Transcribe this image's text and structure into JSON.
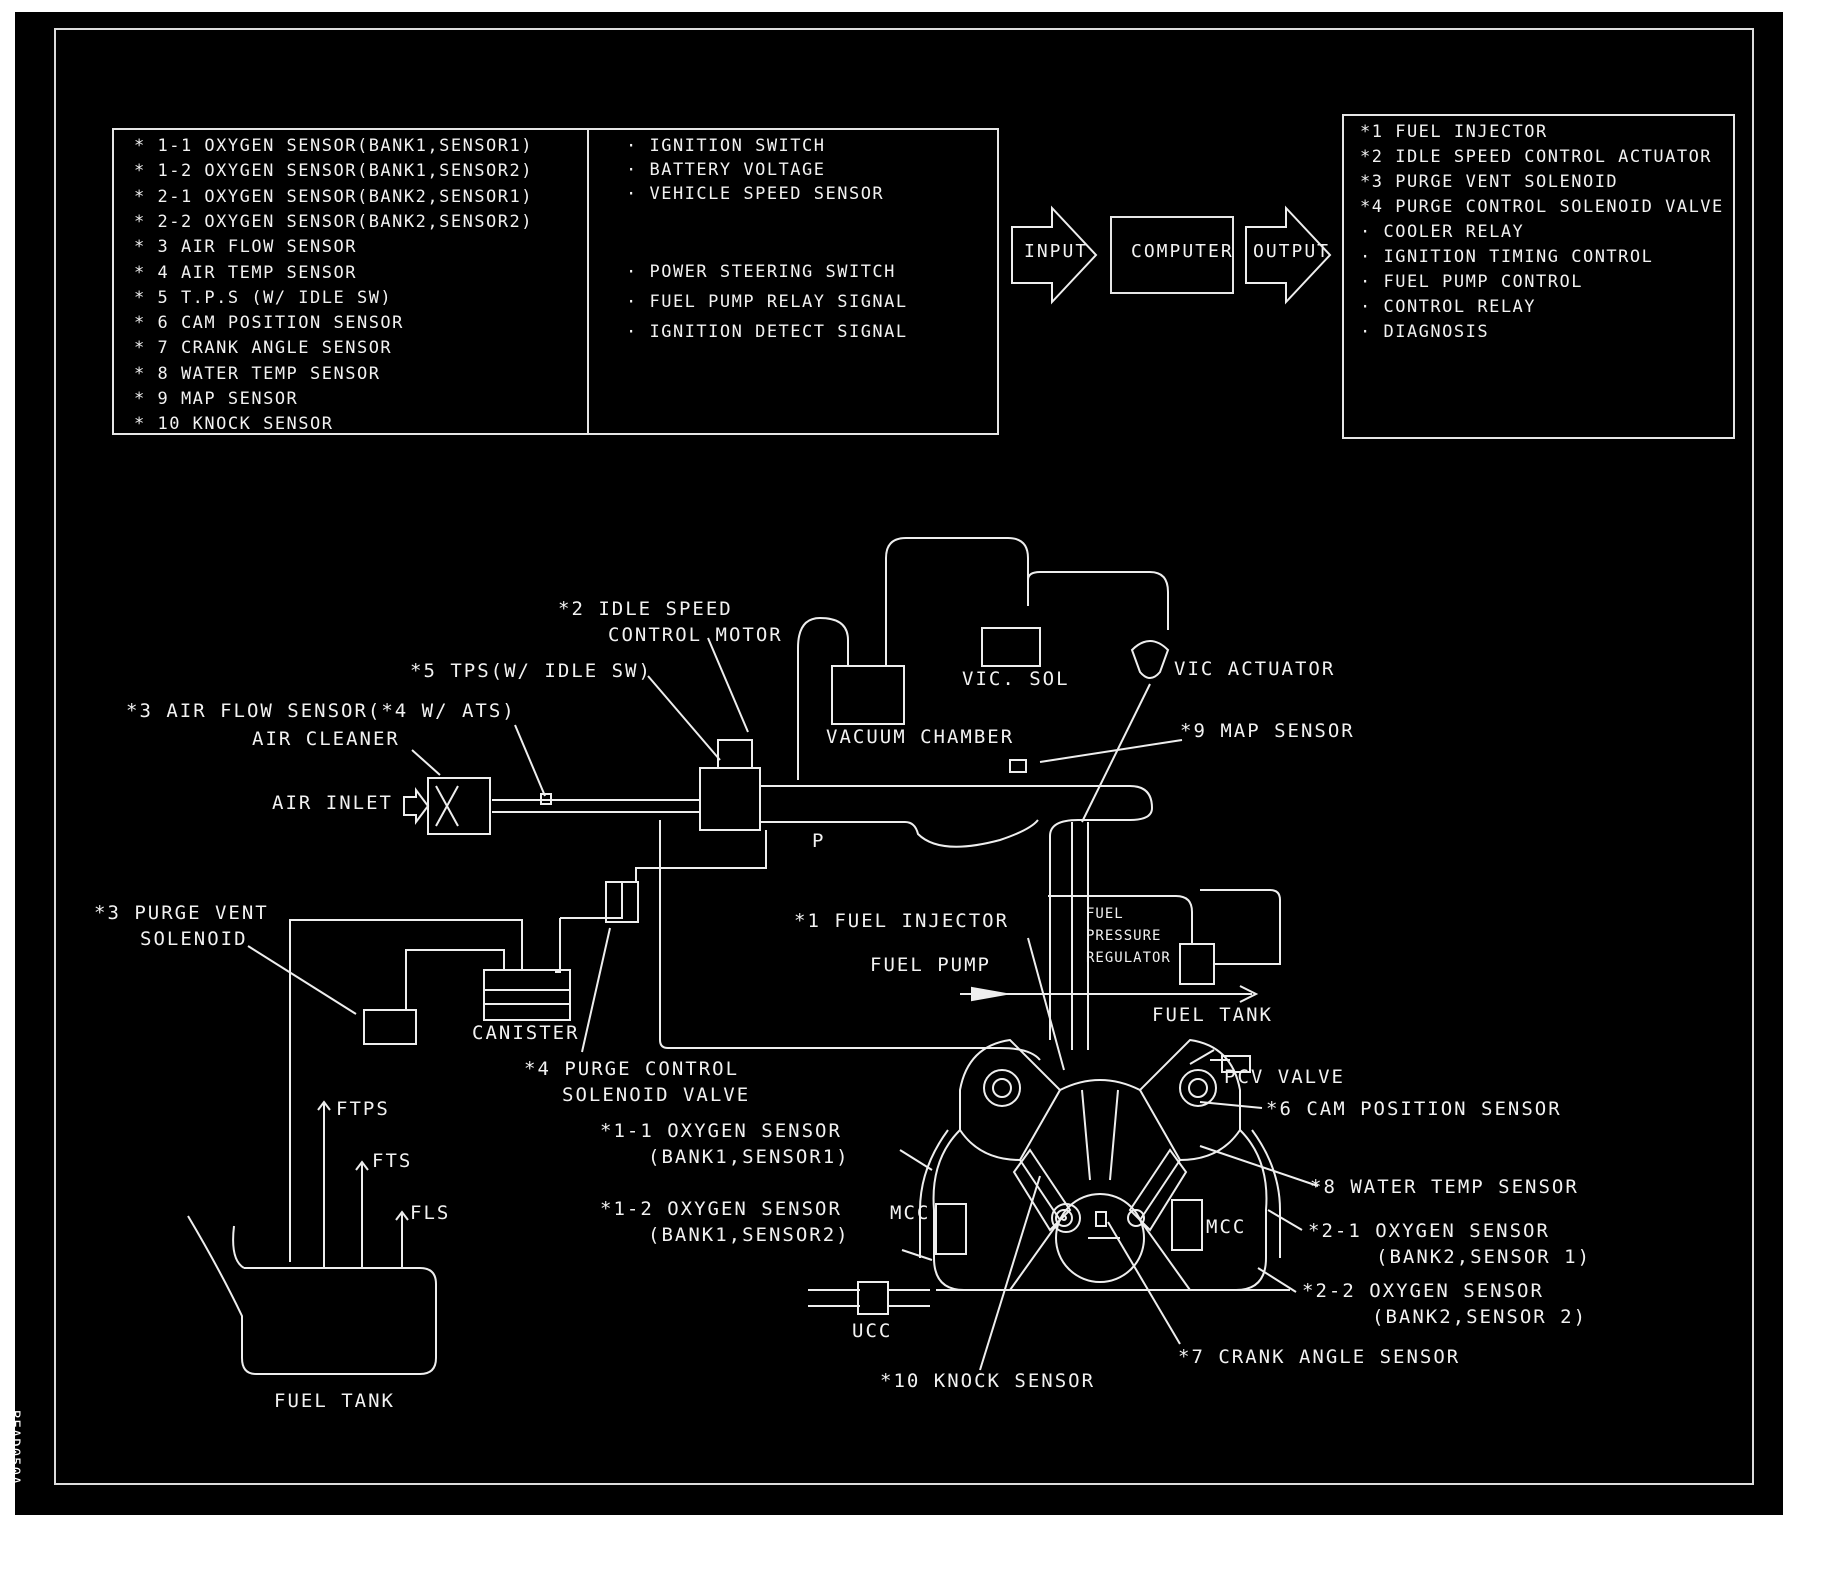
{
  "inputs_box": {
    "sensors": [
      "* 1-1 OXYGEN SENSOR(BANK1,SENSOR1)",
      "* 1-2 OXYGEN SENSOR(BANK1,SENSOR2)",
      "* 2-1 OXYGEN SENSOR(BANK2,SENSOR1)",
      "* 2-2 OXYGEN SENSOR(BANK2,SENSOR2)",
      "* 3  AIR FLOW SENSOR",
      "* 4  AIR TEMP SENSOR",
      "* 5  T.P.S (W/ IDLE SW)",
      "* 6  CAM POSITION SENSOR",
      "* 7  CRANK ANGLE SENSOR",
      "* 8  WATER TEMP SENSOR",
      "* 9  MAP SENSOR",
      "* 10 KNOCK SENSOR"
    ],
    "signals_a": [
      "·  IGNITION SWITCH",
      "·  BATTERY VOLTAGE",
      "·  VEHICLE SPEED SENSOR"
    ],
    "signals_b": [
      "·  POWER STEERING SWITCH",
      "·  FUEL PUMP RELAY SIGNAL",
      "·  IGNITION DETECT SIGNAL"
    ]
  },
  "flow": {
    "input": "INPUT",
    "computer": "COMPUTER",
    "output": "OUTPUT"
  },
  "outputs_box": {
    "items": [
      "*1   FUEL INJECTOR",
      "*2   IDLE SPEED CONTROL ACTUATOR",
      "*3   PURGE VENT SOLENOID",
      "*4   PURGE CONTROL SOLENOID VALVE",
      " ·   COOLER RELAY",
      " ·   IGNITION TIMING CONTROL",
      " ·   FUEL PUMP CONTROL",
      " ·   CONTROL RELAY",
      " ·   DIAGNOSIS"
    ]
  },
  "labels": {
    "isc_motor_1": "*2 IDLE SPEED",
    "isc_motor_2": "CONTROL MOTOR",
    "tps": "*5 TPS(W/ IDLE SW)",
    "air_flow": "*3 AIR FLOW SENSOR(*4 W/ ATS)",
    "air_cleaner": "AIR CLEANER",
    "air_inlet": "AIR INLET",
    "vacuum_chamber": "VACUUM CHAMBER",
    "vic_sol": "VIC. SOL",
    "vic_actuator": "VIC ACTUATOR",
    "map_sensor": "*9 MAP SENSOR",
    "p": "P",
    "purge_vent_1": "*3 PURGE VENT",
    "purge_vent_2": "SOLENOID",
    "fuel_injector": "*1 FUEL INJECTOR",
    "fpr_1": "FUEL",
    "fpr_2": "PRESSURE",
    "fpr_3": "REGULATOR",
    "fuel_pump": "FUEL PUMP",
    "fuel_tank_right": "FUEL TANK",
    "canister": "CANISTER",
    "pcv_valve": "PCV VALVE",
    "purge_control_1": "*4 PURGE CONTROL",
    "purge_control_2": "SOLENOID VALVE",
    "cam_pos": "*6 CAM POSITION SENSOR",
    "ftps": "FTPS",
    "fts": "FTS",
    "fls": "FLS",
    "o2_11_a": "*1-1 OXYGEN SENSOR",
    "o2_11_b": "(BANK1,SENSOR1)",
    "water_temp": "*8 WATER TEMP SENSOR",
    "o2_12_a": "*1-2 OXYGEN SENSOR",
    "o2_12_b": "(BANK1,SENSOR2)",
    "mcc_left": "MCC",
    "mcc_right": "MCC",
    "o2_21_a": "*2-1 OXYGEN SENSOR",
    "o2_21_b": "(BANK2,SENSOR 1)",
    "o2_22_a": "*2-2 OXYGEN SENSOR",
    "o2_22_b": "(BANK2,SENSOR 2)",
    "ucc": "UCC",
    "crank": "*7 CRANK ANGLE SENSOR",
    "knock": "*10 KNOCK SENSOR",
    "fuel_tank": "FUEL TANK",
    "code": "BEAD050A"
  }
}
